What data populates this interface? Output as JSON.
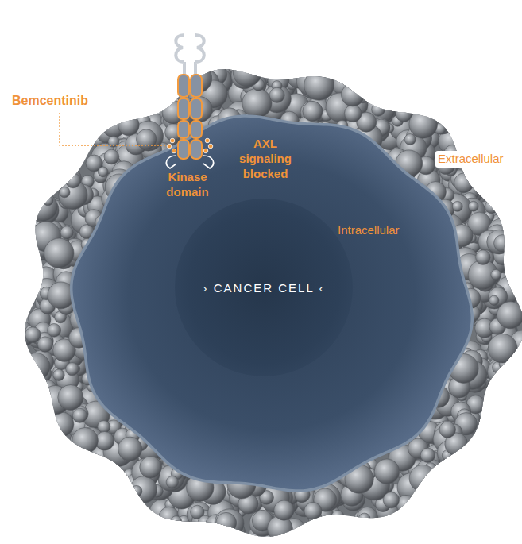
{
  "diagram": {
    "nodes": [
      {
        "text": [
          "› CANCER CELL ‹"
        ]
      }
    ],
    "labels": [
      "Bemcentinib",
      "Kinase domain",
      "AXL signaling blocked",
      "Extracellular",
      "Intracellular"
    ]
  }
}
